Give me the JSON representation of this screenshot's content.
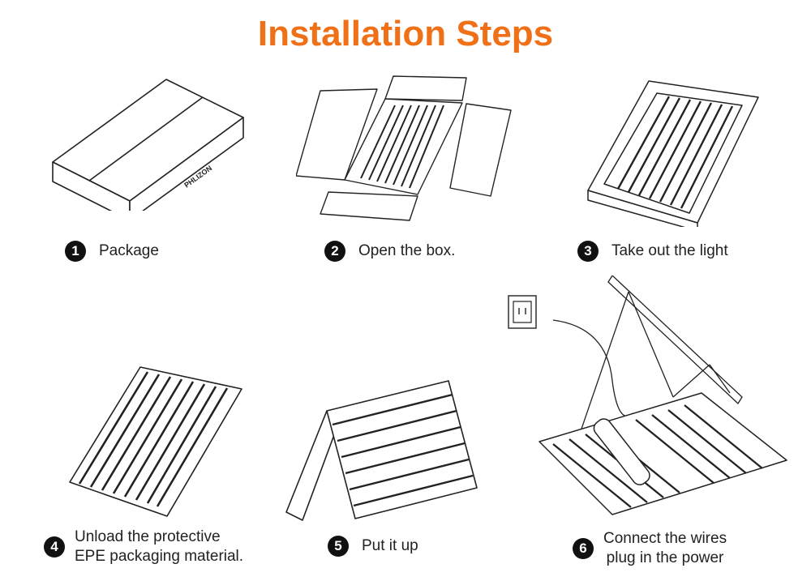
{
  "title": "Installation Steps",
  "accent_color": "#f07018",
  "brand_on_box": "PHLIZON",
  "steps": [
    {
      "number": "1",
      "caption": "Package"
    },
    {
      "number": "2",
      "caption": "Open the box."
    },
    {
      "number": "3",
      "caption": "Take out the light"
    },
    {
      "number": "4",
      "caption_line1": "Unload the protective",
      "caption_line2": "EPE packaging material."
    },
    {
      "number": "5",
      "caption": "Put it up"
    },
    {
      "number": "6",
      "caption_line1": "Connect the wires",
      "caption_line2": "plug in the power"
    }
  ],
  "icons": [
    "box-icon",
    "open-box-icon",
    "light-in-tray-icon",
    "light-panel-icon",
    "light-standing-icon",
    "hanging-light-icon",
    "power-outlet-icon"
  ]
}
